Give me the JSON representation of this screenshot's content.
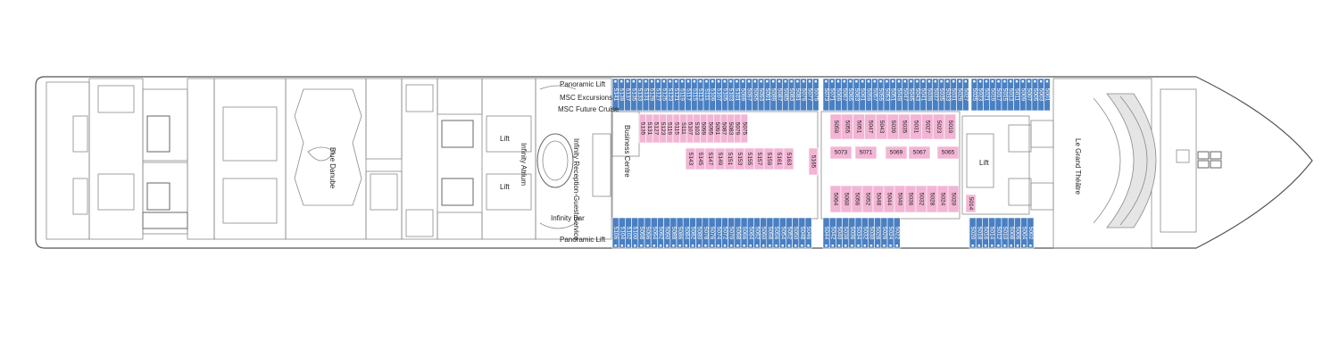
{
  "deck": {
    "colors": {
      "balcony": "#4a7fc1",
      "balcony_text": "#ffffff",
      "interior": "#f2b5d4",
      "interior_text": "#222222",
      "hull_stroke": "#555555",
      "wall": "#8a8a8a"
    },
    "labels": {
      "panoramic_lift_top": "Panoramic Lift",
      "msc_excursions": "MSC Excursions",
      "msc_future_cruise": "MSC Future Cruise",
      "business_centre": "Business Centre",
      "infinity_reception": "Infinity Reception-Guest Service",
      "infinity_atrium": "Infinity Atrium",
      "lift_1": "Lift",
      "lift_2": "Lift",
      "lift_3": "Lift",
      "blue_danube": "Blue Danube",
      "infinity_bar": "Infinity Bar",
      "panoramic_lift_bottom": "Panoramic Lift",
      "le_grand_theatre": "Le Grand Théâtre"
    },
    "cabins": {
      "top_row": [
        "5141",
        "5139",
        "5137",
        "5135",
        "5133",
        "5131",
        "5129",
        "5127",
        "5125",
        "5123",
        "5121",
        "5119",
        "5117",
        "5115",
        "5113",
        "5111",
        "5109",
        "5107",
        "5105",
        "5103",
        "5101",
        "5099",
        "5097",
        "5095",
        "5093",
        "5091",
        "5089",
        "5087",
        "5085",
        "5083",
        "5081",
        "5079",
        "5077",
        "5075",
        "5073",
        "5071",
        "5069",
        "5067",
        "5065",
        "5063",
        "5061",
        "5059",
        "5057",
        "5055",
        "5053",
        "5051",
        "5049",
        "5047",
        "5045",
        "5043",
        "5041",
        "5039",
        "5037",
        "5035",
        "5033",
        "5031",
        "5029",
        "5027",
        "5025",
        "5023",
        "5021",
        "5019",
        "5017",
        "5015",
        "5013",
        "5011",
        "5009",
        "5007",
        "5005",
        "5003",
        "5001"
      ],
      "bottom_row": [
        "5106",
        "5104",
        "5102",
        "5100",
        "5098",
        "5096",
        "5094",
        "5092",
        "5090",
        "5088",
        "5086",
        "5084",
        "5082",
        "5080",
        "5078",
        "5076",
        "5074",
        "5072",
        "5070",
        "5068",
        "5066",
        "5064",
        "5062",
        "5060",
        "5058",
        "5056",
        "5054",
        "5052",
        "5050",
        "5048",
        "5046",
        "5044",
        "5042",
        "5040",
        "5038",
        "5036",
        "5034",
        "5032",
        "5030",
        "5028",
        "5026",
        "5024",
        "5022",
        "5020",
        "5018",
        "5016",
        "5014",
        "5012",
        "5010",
        "5008",
        "5006",
        "5004",
        "5002"
      ],
      "inner_top_left": [
        "5135",
        "5131",
        "5127",
        "5123",
        "5119",
        "5115",
        "5111",
        "5107",
        "5103",
        "5099",
        "5095",
        "5091",
        "5087",
        "5083",
        "5079",
        "5075"
      ],
      "inner_mid_left": [
        "5143",
        "5145",
        "5147",
        "5149",
        "5151",
        "5153",
        "5155",
        "5157",
        "5159",
        "5161",
        "5163"
      ],
      "inner_single_1": "5165",
      "inner_top_right": [
        "5059",
        "5055",
        "5051",
        "5047",
        "5043",
        "5039",
        "5035",
        "5031",
        "5027",
        "5023",
        "5019"
      ],
      "inner_mid_right": [
        "5073",
        "5071",
        "5069",
        "5067",
        "5065"
      ],
      "inner_bottom_right": [
        "5064",
        "5060",
        "5056",
        "5052",
        "5048",
        "5044",
        "5040",
        "5036",
        "5032",
        "5028",
        "5024",
        "5020"
      ],
      "inner_single_2": "5014"
    }
  }
}
